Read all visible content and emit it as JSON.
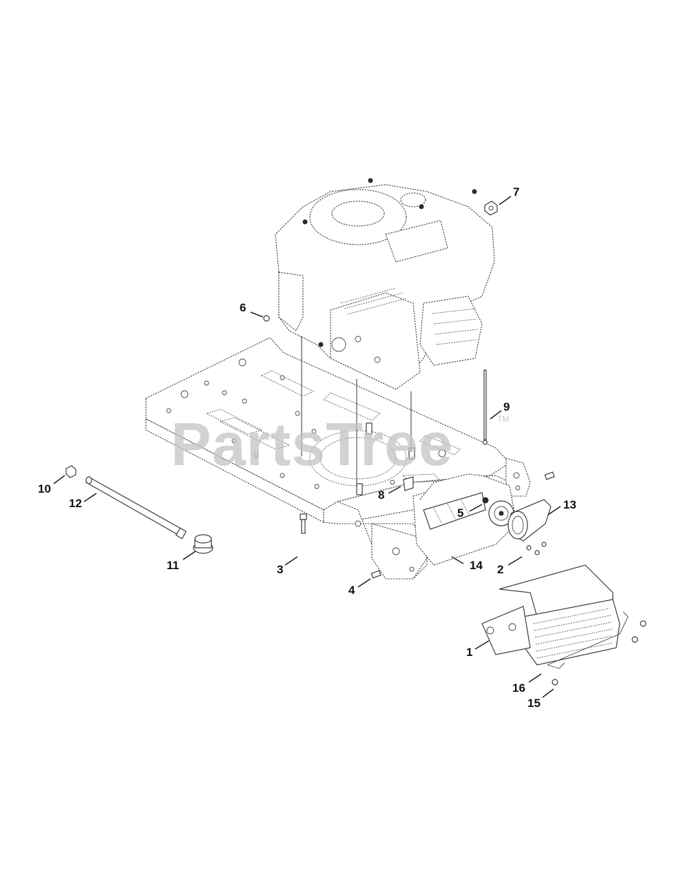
{
  "watermark": {
    "text": "PartsTree",
    "trademark": "TM"
  },
  "callouts": [
    {
      "id": "c1",
      "label": "1"
    },
    {
      "id": "c2",
      "label": "2"
    },
    {
      "id": "c3",
      "label": "3"
    },
    {
      "id": "c4",
      "label": "4"
    },
    {
      "id": "c5",
      "label": "5"
    },
    {
      "id": "c6",
      "label": "6"
    },
    {
      "id": "c7",
      "label": "7"
    },
    {
      "id": "c8",
      "label": "8"
    },
    {
      "id": "c9",
      "label": "9"
    },
    {
      "id": "c10",
      "label": "10"
    },
    {
      "id": "c11",
      "label": "11"
    },
    {
      "id": "c12",
      "label": "12"
    },
    {
      "id": "c13",
      "label": "13"
    },
    {
      "id": "c14",
      "label": "14"
    },
    {
      "id": "c15",
      "label": "15"
    },
    {
      "id": "c16",
      "label": "16"
    }
  ]
}
